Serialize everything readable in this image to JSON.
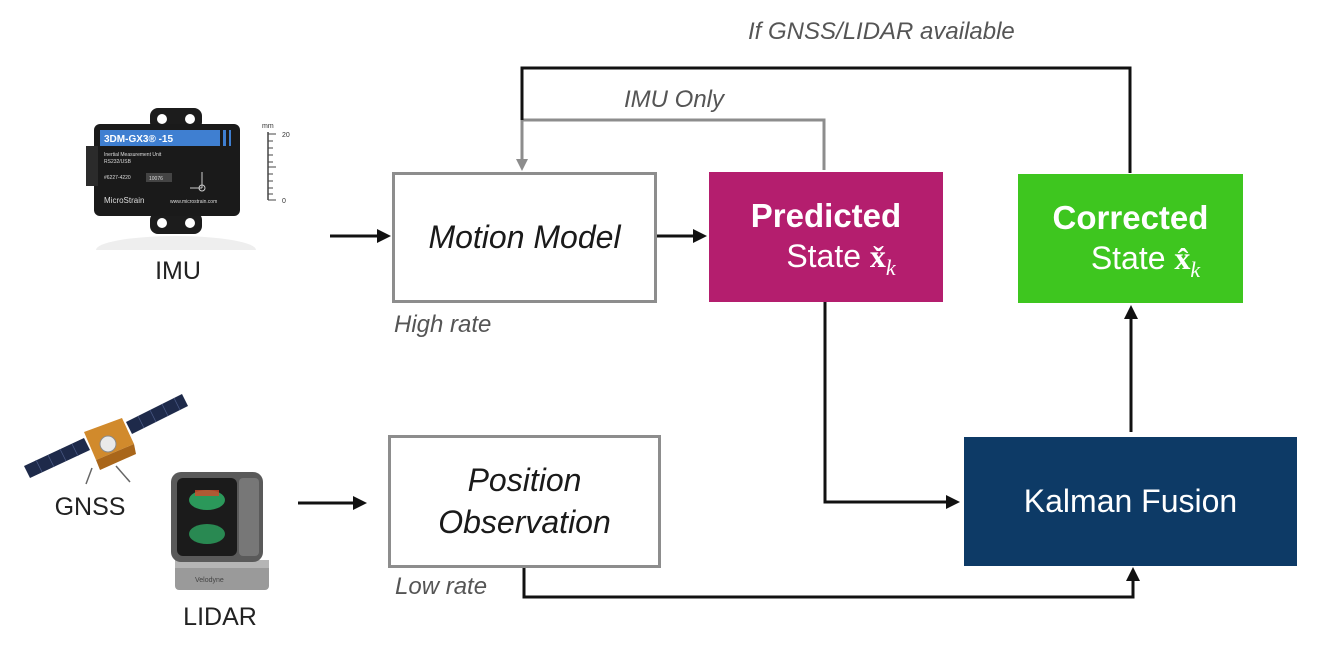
{
  "labels": {
    "top_loop": "If GNSS/LIDAR available",
    "inner_loop": "IMU Only",
    "high_rate": "High rate",
    "low_rate": "Low rate"
  },
  "devices": {
    "imu": {
      "label": "IMU",
      "title": "3DM-GX3® -15",
      "subtitle": "Inertial Measurement Unit",
      "interface": "RS232/USB",
      "part_number": "#6227-4220",
      "serial": "10076",
      "brand": "MicroStrain",
      "website": "www.microstrain.com",
      "ruler_unit": "mm",
      "ruler_max": "20",
      "ruler_min": "0"
    },
    "gnss": {
      "label": "GNSS"
    },
    "lidar": {
      "label": "LIDAR",
      "brand": "Velodyne"
    }
  },
  "boxes": {
    "motion_model": {
      "label": "Motion Model"
    },
    "position_observation": {
      "line1": "Position",
      "line2": "Observation"
    },
    "predicted": {
      "title": "Predicted",
      "prefix": "State",
      "symbol": "x̌",
      "subscript": "k"
    },
    "corrected": {
      "title": "Corrected",
      "prefix": "State",
      "symbol": "x̂",
      "subscript": "k"
    },
    "kalman": {
      "label": "Kalman Fusion"
    }
  },
  "colors": {
    "predicted": "#b41e6e",
    "corrected": "#3ec61f",
    "kalman": "#0d3a66",
    "outline_box": "#8d8d8d",
    "arrow": "#111111",
    "imu_only_loop": "#8d8d8d"
  }
}
